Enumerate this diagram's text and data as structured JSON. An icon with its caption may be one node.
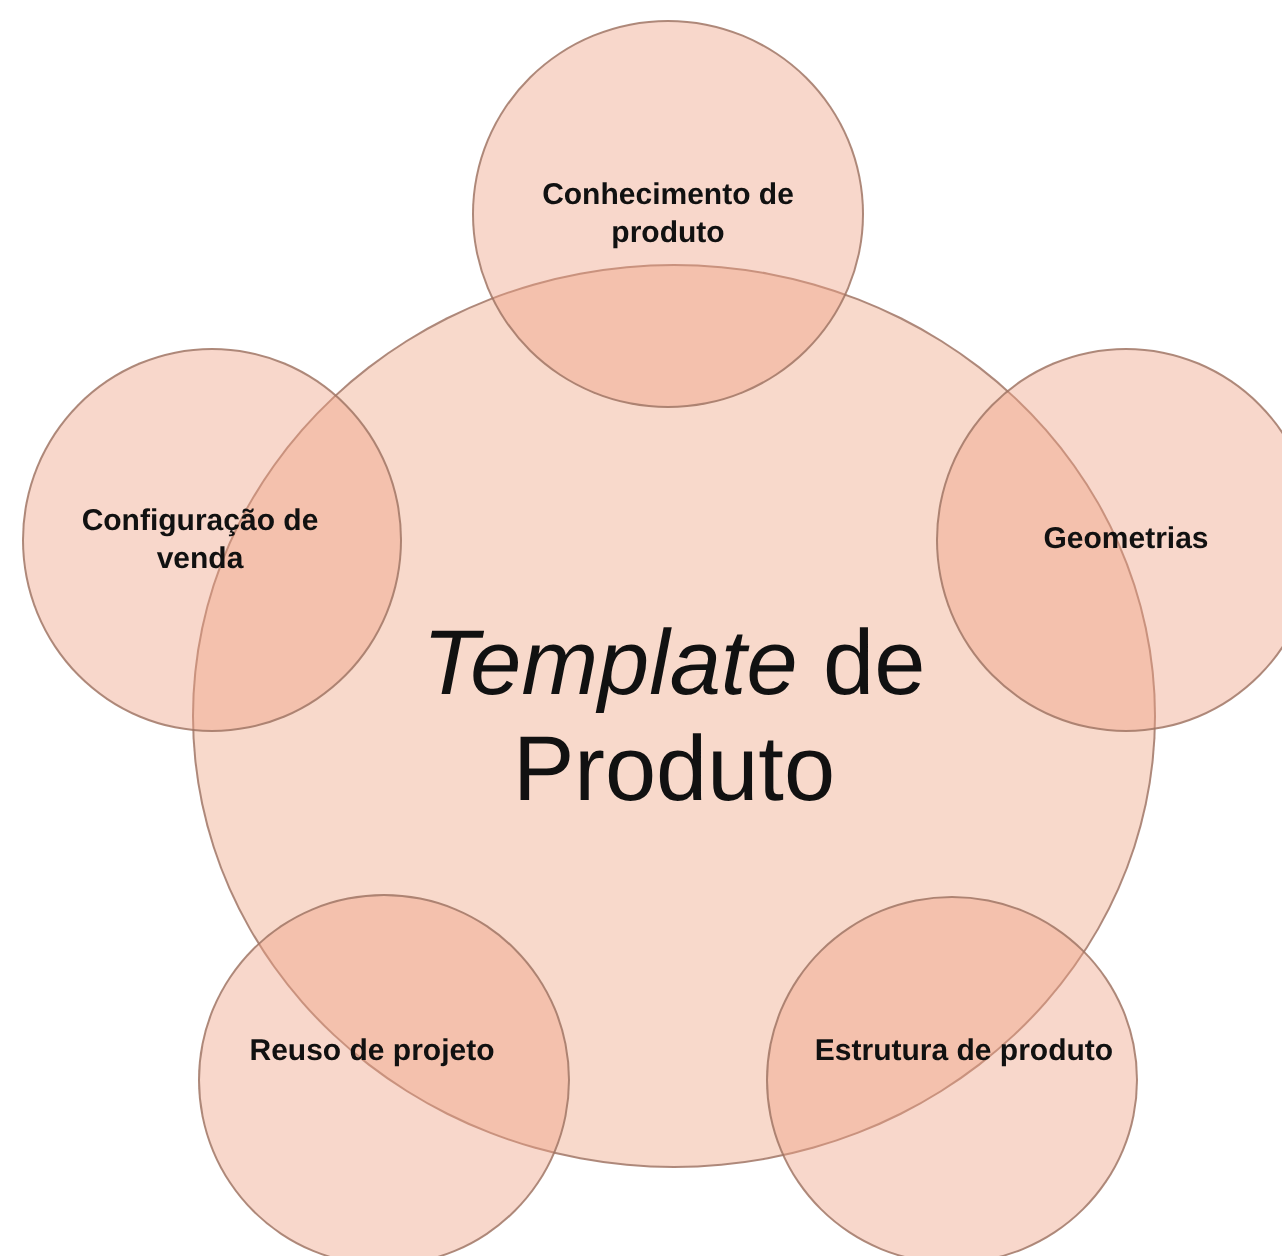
{
  "diagram": {
    "nodes": [
      {
        "text": [
          "*Template* de Produto"
        ]
      },
      {
        "text": [
          "Conhecimento de produto"
        ]
      },
      {
        "text": [
          "Geometrias"
        ]
      },
      {
        "text": [
          "Estrutura de produto"
        ]
      },
      {
        "text": [
          "Reuso de projeto"
        ]
      },
      {
        "text": [
          "Configuração de venda"
        ]
      }
    ]
  }
}
